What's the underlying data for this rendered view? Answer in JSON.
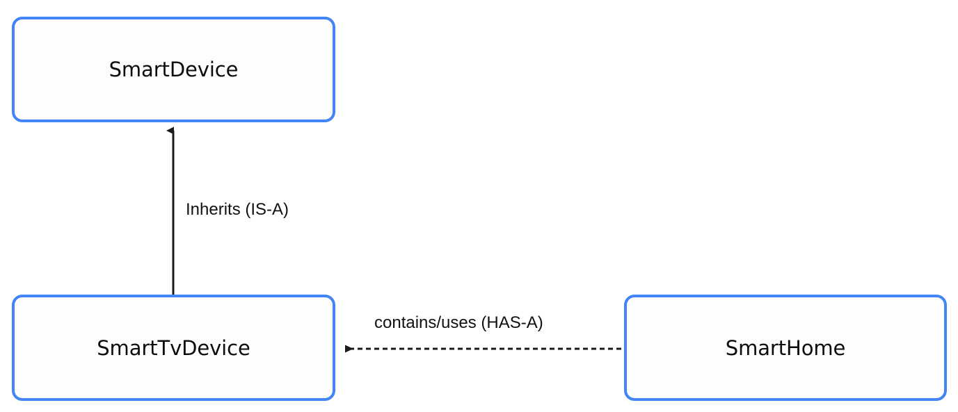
{
  "diagram": {
    "type": "class-relationship-diagram",
    "background_color": "#ffffff",
    "node_border_color": "#4285f4",
    "node_fill_color": "#fdfdfe",
    "edge_color": "#222222",
    "nodes": [
      {
        "id": "smartdevice",
        "label": "SmartDevice"
      },
      {
        "id": "smarttvdevice",
        "label": "SmartTvDevice"
      },
      {
        "id": "smarthome",
        "label": "SmartHome"
      }
    ],
    "edges": [
      {
        "id": "inherits",
        "label": "Inherits (IS-A)",
        "from": "SmartTvDevice",
        "to": "SmartDevice",
        "style": "solid",
        "arrowhead": "filled-triangle",
        "direction": "up"
      },
      {
        "id": "contains",
        "label": "contains/uses (HAS-A)",
        "from": "SmartHome",
        "to": "SmartTvDevice",
        "style": "dashed",
        "arrowhead": "filled-triangle",
        "direction": "left"
      }
    ]
  }
}
